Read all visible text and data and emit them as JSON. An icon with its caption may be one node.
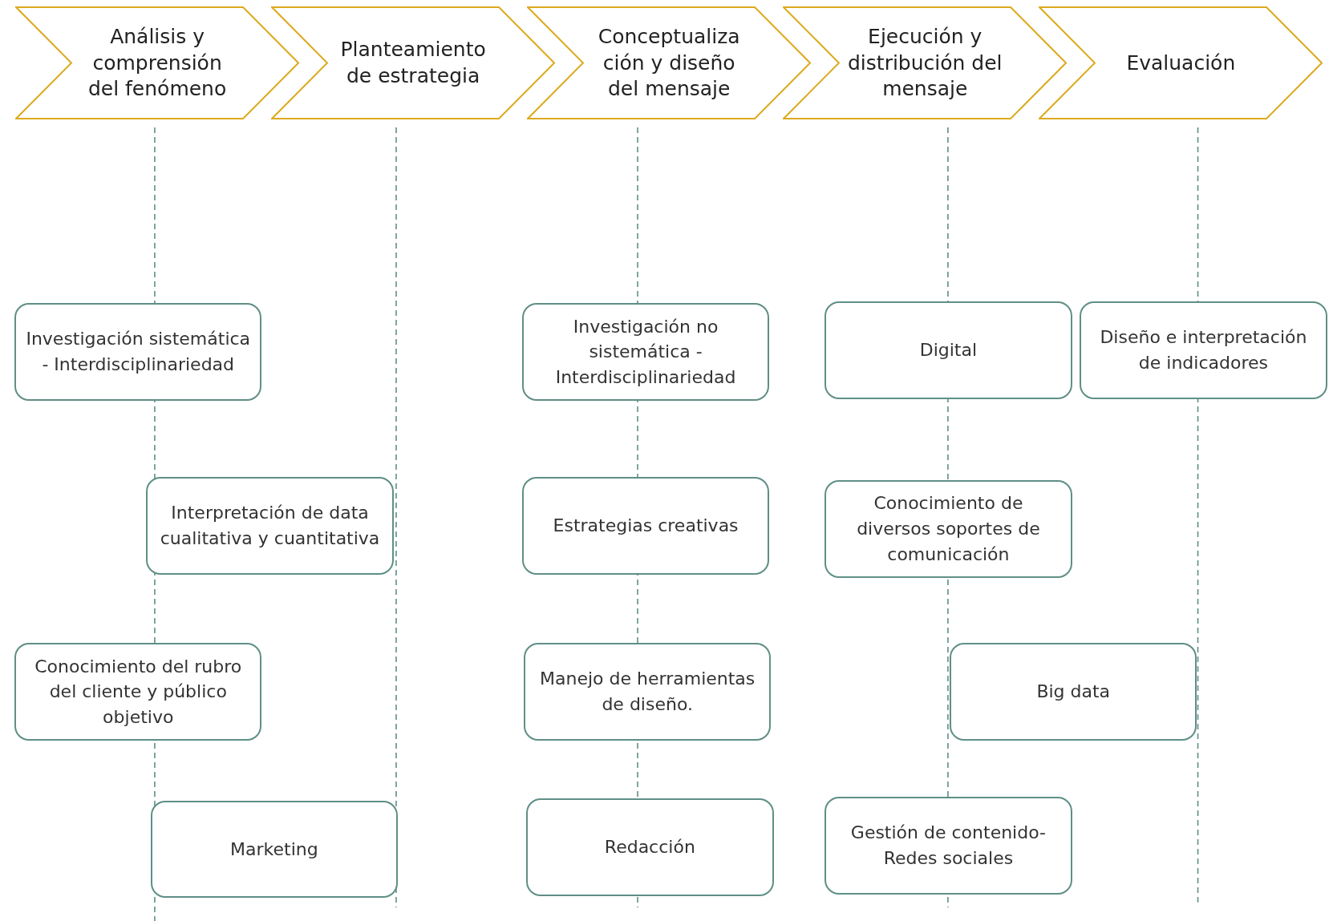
{
  "diagram": {
    "nodes": [
      {
        "text": [
          "Análisis y comprensión del fenómeno"
        ]
      },
      {
        "text": [
          "Planteamiento de estrategia"
        ]
      },
      {
        "text": [
          "Conceptualiza ción y diseño del mensaje"
        ]
      },
      {
        "text": [
          "Ejecución y distribución del mensaje"
        ]
      },
      {
        "text": [
          "Evaluación"
        ]
      },
      {
        "text": [
          "Investigación sistemática - Interdisciplinariedad"
        ]
      },
      {
        "text": [
          "Investigación no sistemática - Interdisciplinariedad"
        ]
      },
      {
        "text": [
          "Digital"
        ]
      },
      {
        "text": [
          "Diseño e interpretación de indicadores"
        ]
      },
      {
        "text": [
          "Interpretación de data cualitativa y cuantitativa"
        ]
      },
      {
        "text": [
          "Estrategias creativas"
        ]
      },
      {
        "text": [
          "Conocimiento de diversos soportes de comunicación"
        ]
      },
      {
        "text": [
          "Conocimiento del rubro del cliente y público objetivo"
        ]
      },
      {
        "text": [
          "Manejo de herramientas de diseño."
        ]
      },
      {
        "text": [
          "Big data"
        ]
      },
      {
        "text": [
          "Marketing"
        ]
      },
      {
        "text": [
          "Redacción"
        ]
      },
      {
        "text": [
          "Gestión de contenido- Redes sociales"
        ]
      }
    ]
  }
}
